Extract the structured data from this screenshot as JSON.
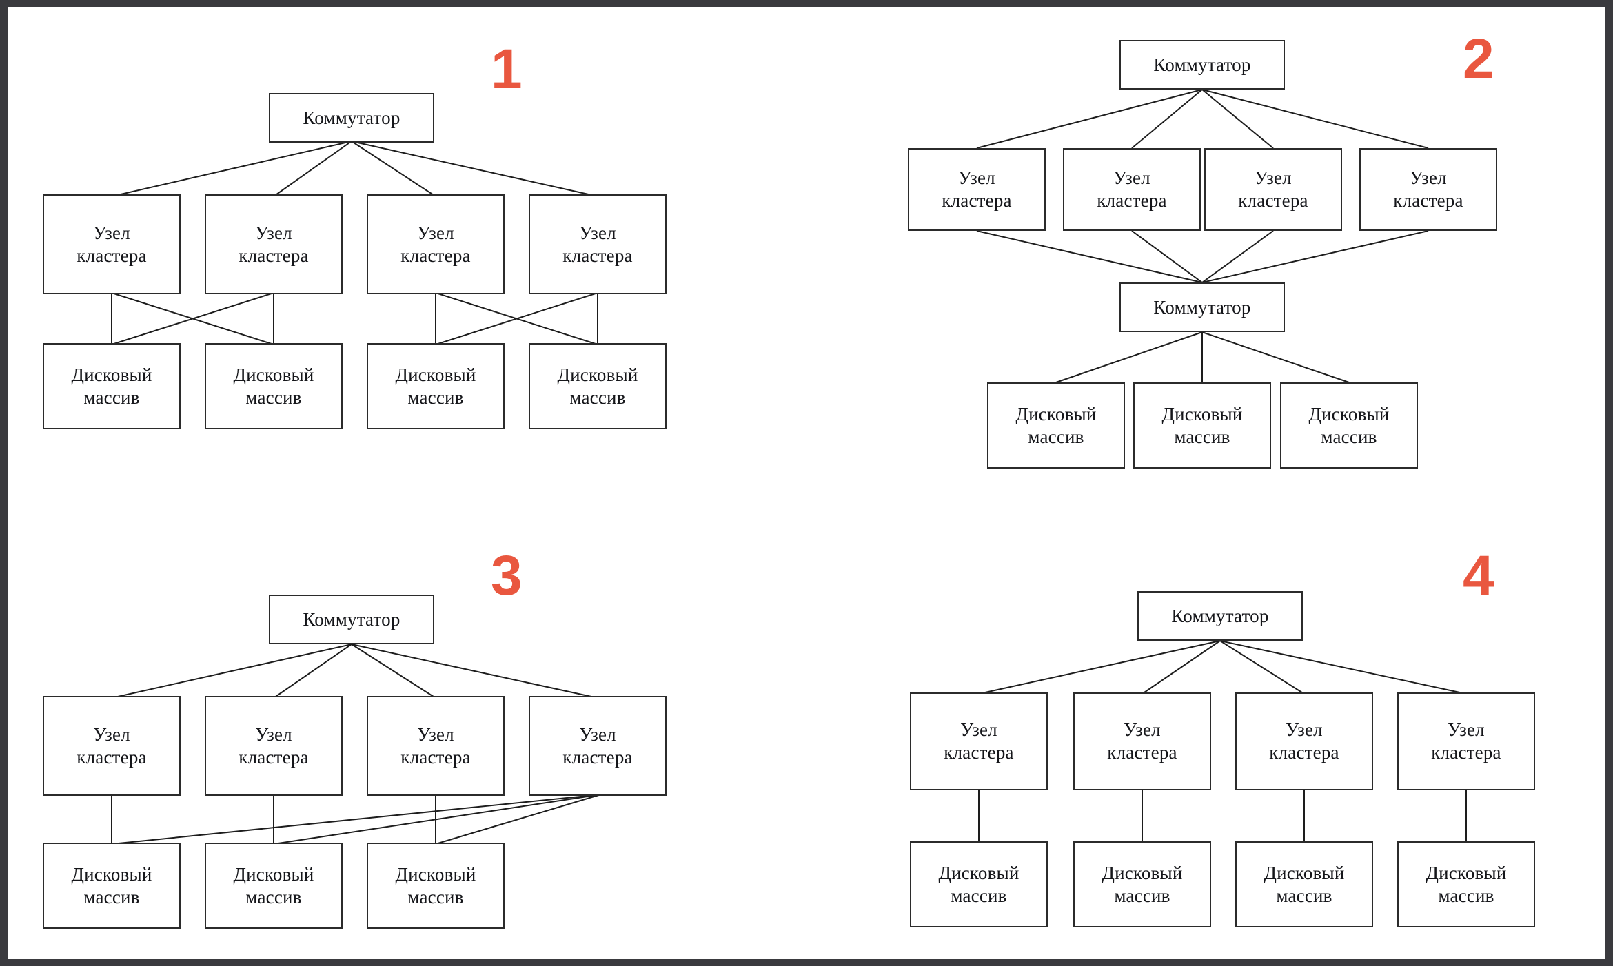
{
  "page": {
    "background": "#ffffff",
    "frame_color": "#3a3a3e",
    "accent_color": "#e9573f",
    "box_border_color": "#2b2b2b",
    "edge_color": "#1d1d1d"
  },
  "labels": {
    "switch": "Коммутатор",
    "node_line1": "Узел",
    "node_line2": "кластера",
    "disk_line1": "Дисковый",
    "disk_line2": "массив"
  },
  "diagrams": [
    {
      "index": "1",
      "description": "Один коммутатор, четыре узла кластера, четыре дисковых массива с перекрёстным подключением попарно",
      "switches": 1,
      "nodes": 4,
      "disks": 4,
      "node_to_disk": "cross-paired"
    },
    {
      "index": "2",
      "description": "Верхний коммутатор, четыре узла кластера, нижний коммутатор, три дисковых массива",
      "switches": 2,
      "nodes": 4,
      "disks": 3,
      "node_to_disk": "via-second-switch"
    },
    {
      "index": "3",
      "description": "Один коммутатор, четыре узла кластера, три дисковых массива; четвёртый узел подключён ко всем массивам",
      "switches": 1,
      "nodes": 4,
      "disks": 3,
      "node_to_disk": "last-node-fanout"
    },
    {
      "index": "4",
      "description": "Один коммутатор, четыре узла кластера, четыре дисковых массива, прямое подключение один к одному",
      "switches": 1,
      "nodes": 4,
      "disks": 4,
      "node_to_disk": "one-to-one"
    }
  ]
}
